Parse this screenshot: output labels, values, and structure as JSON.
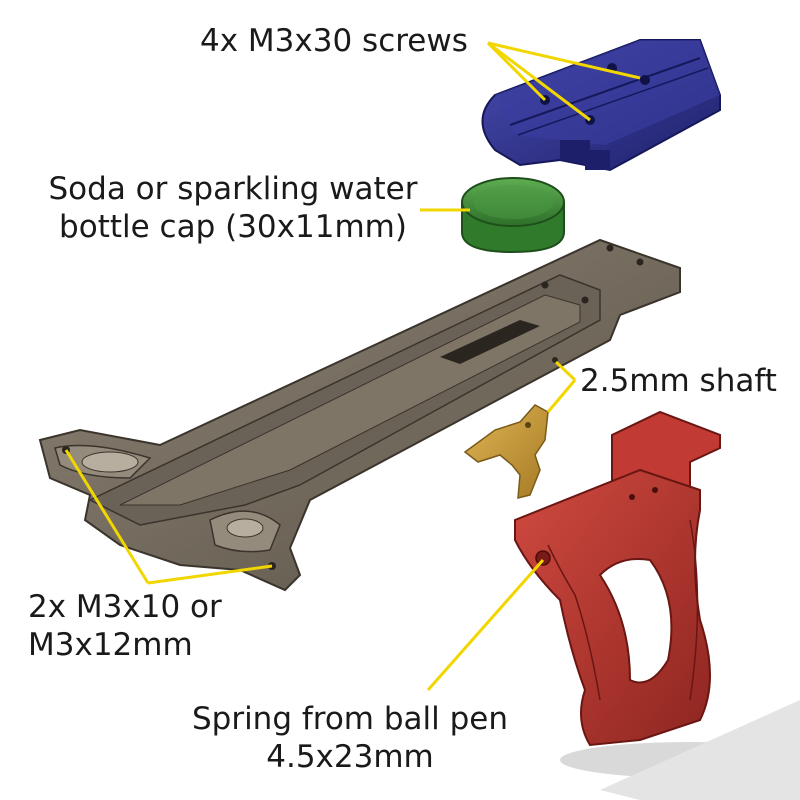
{
  "labels": {
    "screws": "4x M3x30 screws",
    "bottle_cap_line1": "Soda or sparkling water",
    "bottle_cap_line2": "bottle cap (30x11mm)",
    "shaft": "2.5mm shaft",
    "small_screws_line1": "2x M3x10 or",
    "small_screws_line2": "M3x12mm",
    "spring_line1": "Spring from ball pen",
    "spring_line2": "4.5x23mm"
  },
  "colors": {
    "leader_line": "#f2d600",
    "top_clamp": "#2c2f8c",
    "bottle_cap": "#3f8f3a",
    "rail_body": "#7a7062",
    "trigger": "#c99a3a",
    "grip": "#b8342e",
    "text": "#1a1a1a"
  },
  "parts": [
    {
      "name": "top-clamp",
      "color_key": "top_clamp"
    },
    {
      "name": "bottle-cap",
      "color_key": "bottle_cap"
    },
    {
      "name": "rail-body",
      "color_key": "rail_body"
    },
    {
      "name": "trigger",
      "color_key": "trigger"
    },
    {
      "name": "grip-handle",
      "color_key": "grip"
    }
  ]
}
